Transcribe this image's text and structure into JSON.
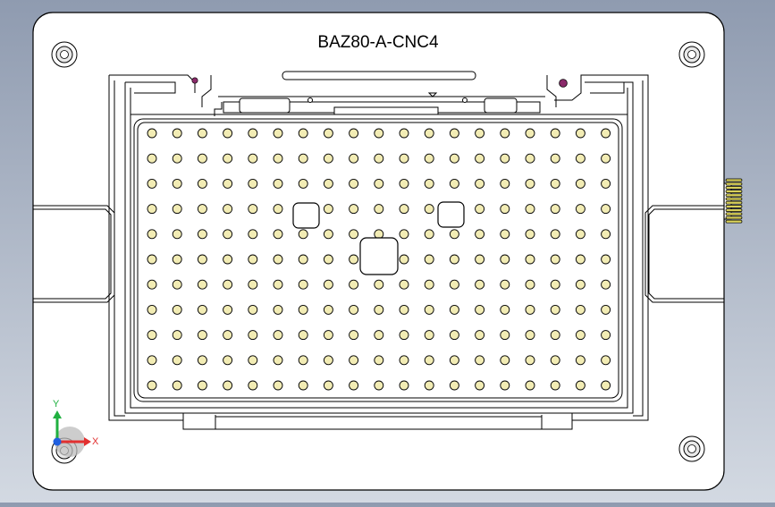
{
  "drawing": {
    "part_label": "BAZ80-A-CNC4",
    "pin_grid": {
      "columns": 19,
      "rows": 11
    },
    "colors": {
      "background_top": "#8f9bb0",
      "background_bottom": "#d3d9e2",
      "plate": "#ffffff",
      "line": "#000000",
      "pin_fill": "#f2ecb4",
      "marker": "#8a2a6a",
      "thread": "#d8d05a"
    }
  },
  "triad": {
    "x_label": "X",
    "y_label": "Y",
    "x_color": "#e23030",
    "y_color": "#20b040",
    "z_color": "#2060e0"
  }
}
